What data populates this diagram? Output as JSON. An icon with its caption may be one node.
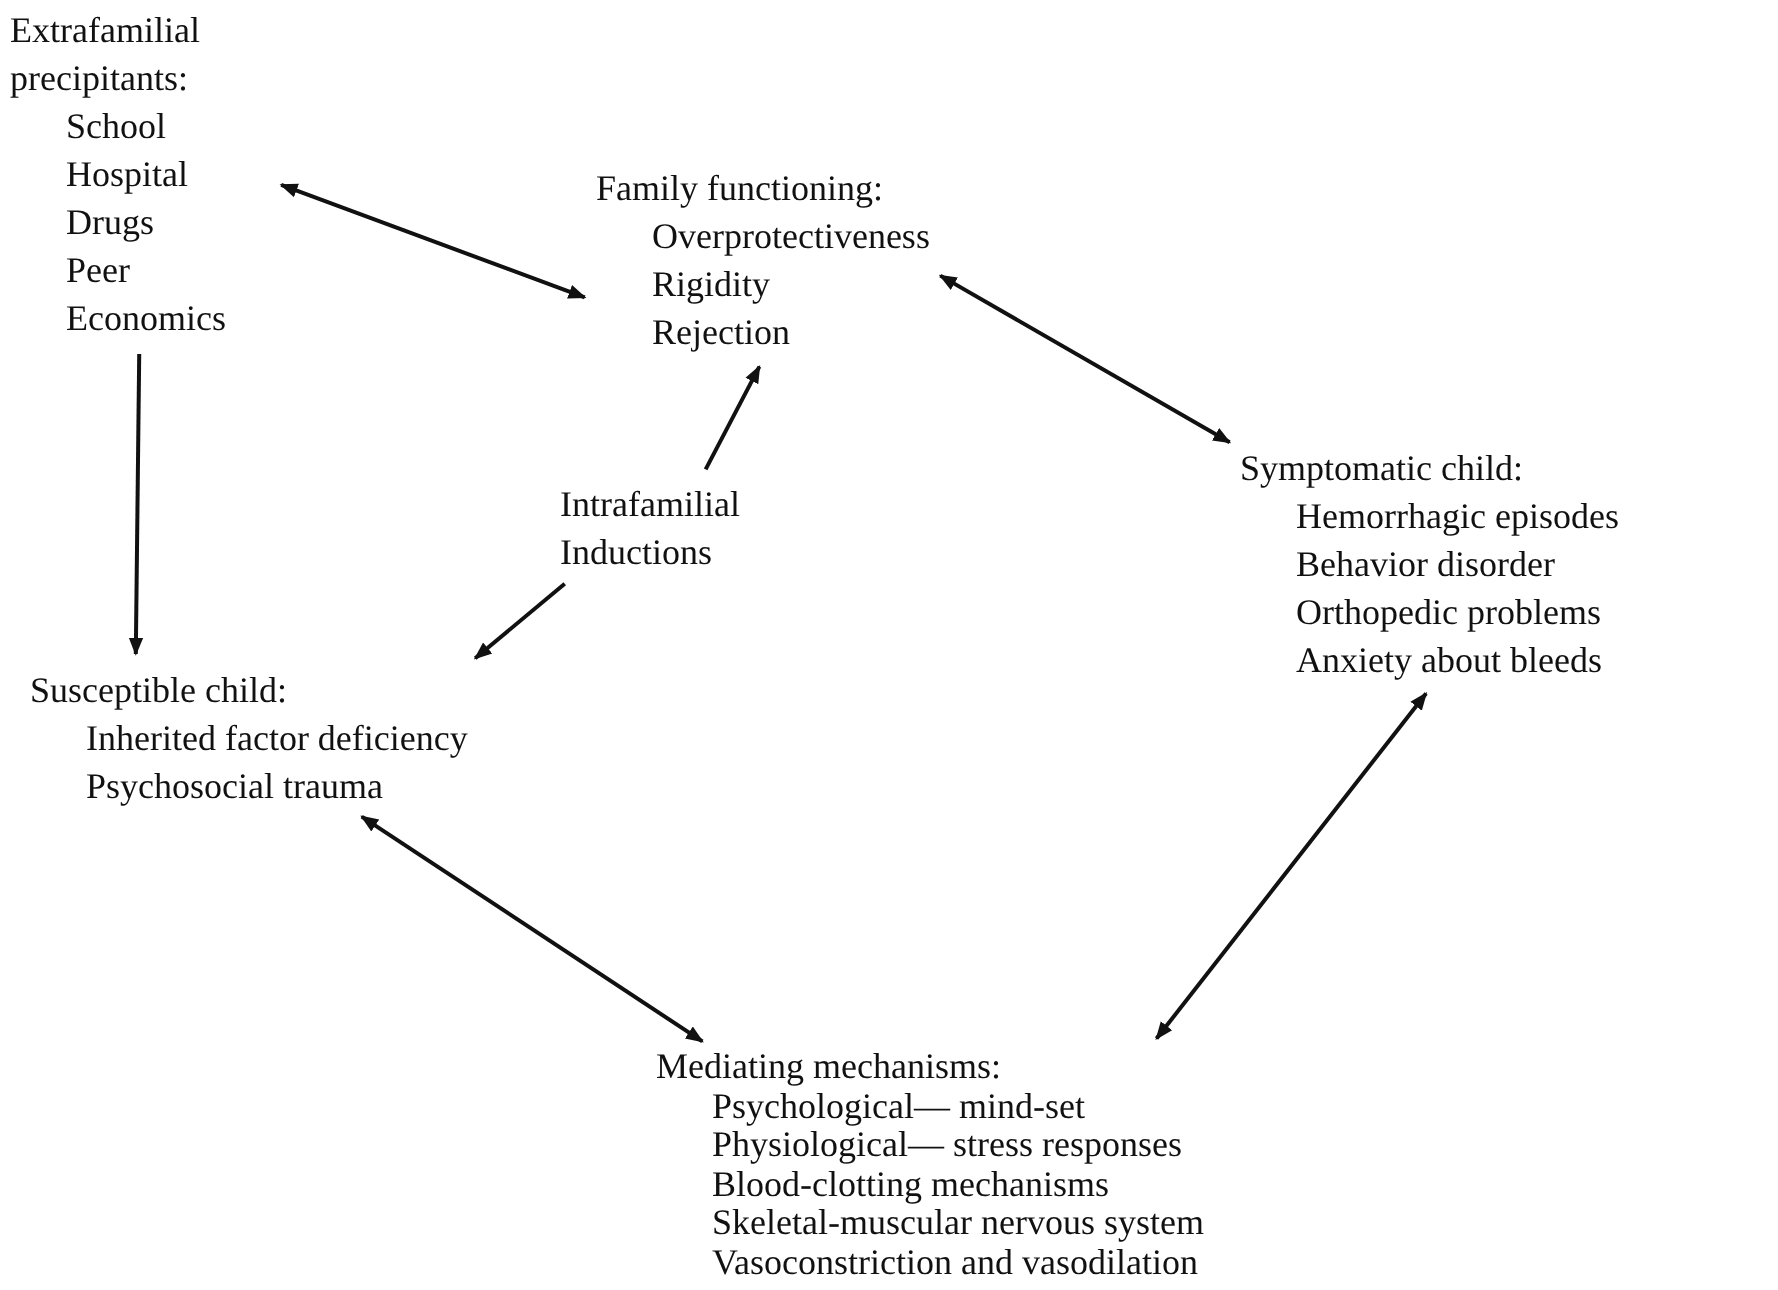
{
  "diagram": {
    "nodes": [
      {
        "text": [
          "Extrafamilial precipitants:",
          "School",
          "Hospital",
          "Drugs",
          "Peer",
          "Economics"
        ]
      },
      {
        "text": [
          "Family functioning:",
          "Overprotectiveness",
          "Rigidity",
          "Rejection"
        ]
      },
      {
        "text": [
          "Intrafamilial Inductions"
        ]
      },
      {
        "text": [
          "Symptomatic child:",
          "Hemorrhagic episodes",
          "Behavior disorder",
          "Orthopedic problems",
          "Anxiety about bleeds"
        ]
      },
      {
        "text": [
          "Susceptible child:",
          "Inherited factor deficiency",
          "Psychosocial trauma"
        ]
      },
      {
        "text": [
          "Mediating mechanisms:",
          "Psychological— mind-set",
          "Physiological— stress responses",
          "Blood-clotting mechanisms",
          "Skeletal-muscular nervous system",
          "Vasoconstriction and vasodilation"
        ]
      }
    ],
    "edges": [
      {
        "from": 0,
        "to": 1,
        "arrow": "both"
      },
      {
        "from": 1,
        "to": 3,
        "arrow": "both"
      },
      {
        "from": 0,
        "to": 4,
        "arrow": "to"
      },
      {
        "from": 2,
        "to": 1,
        "arrow": "to"
      },
      {
        "from": 2,
        "to": 4,
        "arrow": "to"
      },
      {
        "from": 4,
        "to": 5,
        "arrow": "both"
      },
      {
        "from": 5,
        "to": 3,
        "arrow": "both"
      }
    ]
  }
}
